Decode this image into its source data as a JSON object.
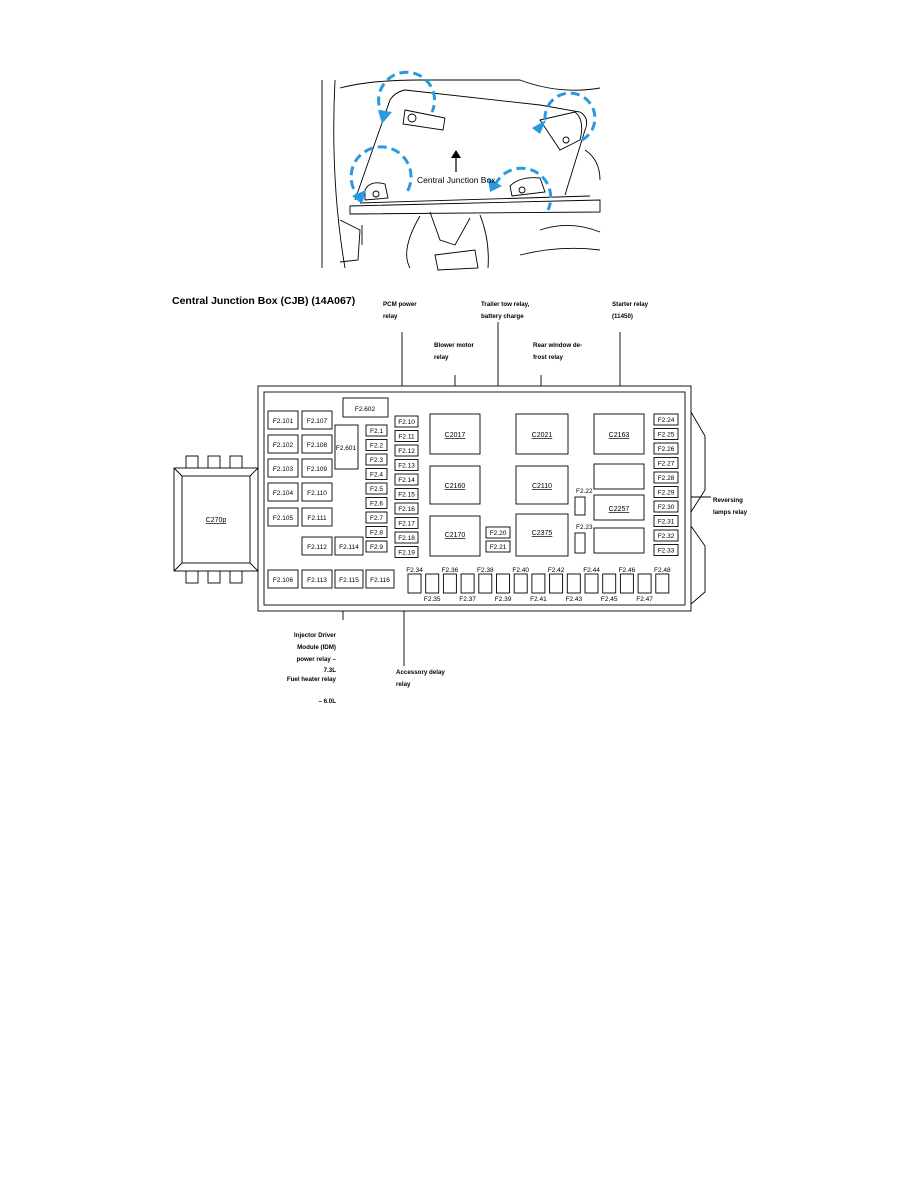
{
  "figure_top": {
    "label": "Central Junction Box"
  },
  "title": "Central Junction Box (CJB) (14A067)",
  "callouts": {
    "pcm_power_relay": [
      "PCM power",
      "relay"
    ],
    "trailer_tow_relay": [
      "Trailer tow relay,",
      "battery charge"
    ],
    "starter_relay": [
      "Starter relay",
      "(11450)"
    ],
    "blower_motor_relay": [
      "Blower motor",
      "relay"
    ],
    "rear_window_defrost_relay": [
      "Rear window de-",
      "frost relay"
    ],
    "reversing_lamps_relay": [
      "Reversing",
      "lamps relay"
    ],
    "idm_relay": [
      "Injector Driver",
      "Module (IDM)",
      "power relay –",
      "7.3L",
      "Fuel heater relay",
      "– 6.0L"
    ],
    "accessory_delay_relay": [
      "Accessory delay",
      "relay"
    ]
  },
  "connector": "C270p",
  "relays": {
    "c2017": "C2017",
    "c2021": "C2021",
    "c2163": "C2163",
    "c2160": "C2160",
    "c2110": "C2110",
    "c2257": "C2257",
    "c2170": "C2170",
    "c2375": "C2375"
  },
  "fuses_large": {
    "f2101": "F2.101",
    "f2107": "F2.107",
    "f2102": "F2.102",
    "f2108": "F2.108",
    "f2103": "F2.103",
    "f2109": "F2.109",
    "f2104": "F2.104",
    "f2110": "F2.110",
    "f2105": "F2.105",
    "f2111": "F2.111",
    "f2112": "F2.112",
    "f2114": "F2.114",
    "f2106": "F2.106",
    "f2113": "F2.113",
    "f2115": "F2.115",
    "f2116": "F2.116",
    "f2601": "F2.601",
    "f2602": "F2.602"
  },
  "fuses_col_a": [
    "F2.1",
    "F2.2",
    "F2.3",
    "F2.4",
    "F2.5",
    "F2.6",
    "F2.7",
    "F2.8",
    "F2.9"
  ],
  "fuses_col_b": [
    "F2.10",
    "F2.11",
    "F2.12",
    "F2.13",
    "F2.14",
    "F2.15",
    "F2.16",
    "F2.17",
    "F2.18",
    "F2.19"
  ],
  "fuses_mid": {
    "f220": "F2.20",
    "f221": "F2.21",
    "f222": "F2.22",
    "f223": "F2.23"
  },
  "fuses_right": [
    "F2.24",
    "F2.25",
    "F2.26",
    "F2.27",
    "F2.28",
    "F2.29",
    "F2.30",
    "F2.31",
    "F2.32",
    "F2.33"
  ],
  "fuses_bottom_top": [
    "F2.34",
    "F2.36",
    "F2.38",
    "F2.40",
    "F2.42",
    "F2.44",
    "F2.46",
    "F2.48"
  ],
  "fuses_bottom_bot": [
    "F2.35",
    "F2.37",
    "F2.39",
    "F2.41",
    "F2.43",
    "F2.45",
    "F2.47"
  ]
}
